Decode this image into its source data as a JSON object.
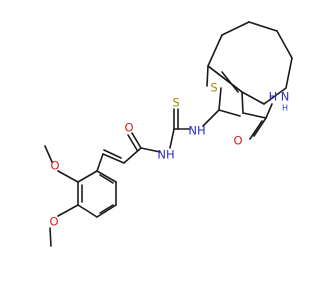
{
  "molecule": {
    "atoms": {
      "thiophene_s": "S",
      "amide_n_top": "N",
      "amide_h": "H",
      "amide_h2": "H",
      "amide_o": "O",
      "thio_nh": "NH",
      "thiourea_s": "S",
      "acyl_nh": "NH",
      "acyl_o": "O",
      "methoxy_o_upper": "O",
      "methoxy_o_lower": "O"
    },
    "colors": {
      "bond": "#1a1a1a",
      "carbon": "#1a1a1a",
      "nitrogen": "#2a2ac8",
      "oxygen": "#d42020",
      "sulfur": "#a08a00"
    }
  }
}
